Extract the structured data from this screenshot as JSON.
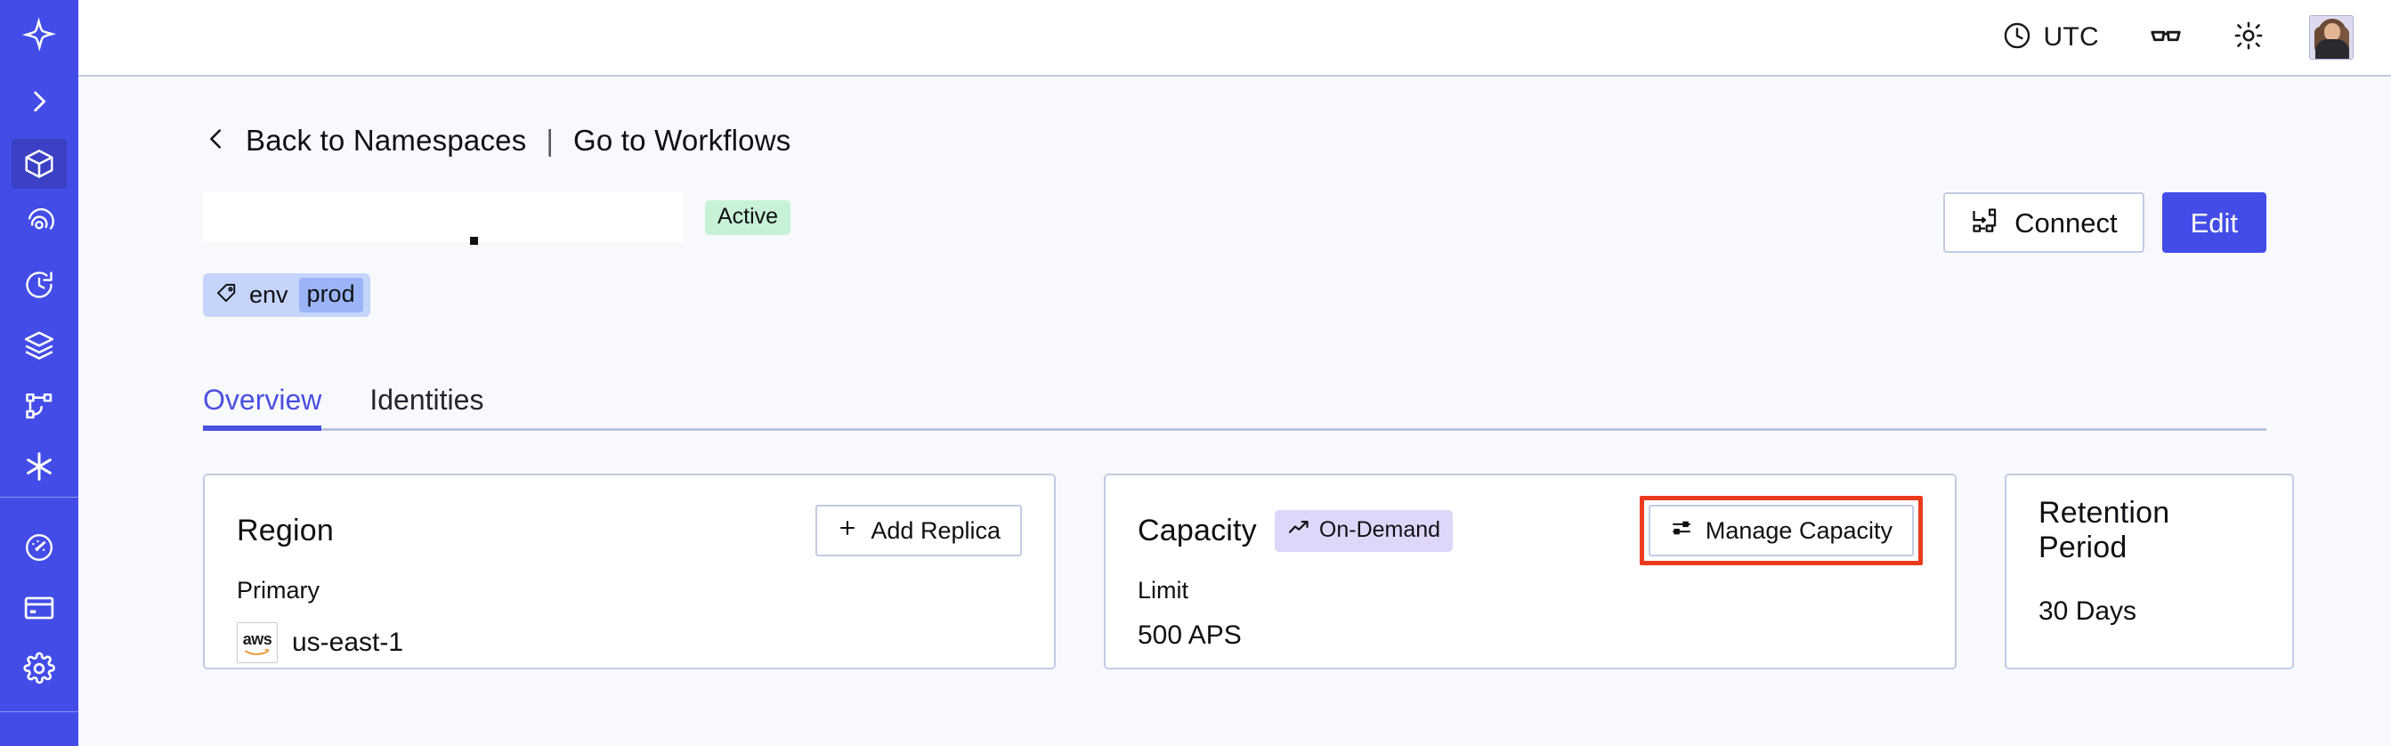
{
  "sidebar": {
    "items": [
      {
        "name": "temporal-logo",
        "icon": "temporal-logo-icon",
        "active": false
      },
      {
        "name": "expand-sidebar",
        "icon": "chevron-right-icon",
        "active": false
      },
      {
        "name": "namespaces",
        "icon": "cube-icon",
        "active": true
      },
      {
        "name": "observability",
        "icon": "eye-spiral-icon",
        "active": false
      },
      {
        "name": "schedules",
        "icon": "clock-arrow-icon",
        "active": false
      },
      {
        "name": "batch-operations",
        "icon": "layers-icon",
        "active": false
      },
      {
        "name": "workflows",
        "icon": "workflow-graph-icon",
        "active": false
      },
      {
        "name": "nexus",
        "icon": "asterisk-icon",
        "active": false
      },
      {
        "name": "usage",
        "icon": "gauge-icon",
        "active": false
      },
      {
        "name": "billing",
        "icon": "credit-card-icon",
        "active": false
      },
      {
        "name": "settings",
        "icon": "gear-icon",
        "active": false
      }
    ]
  },
  "topbar": {
    "timezone_label": "UTC",
    "timezone_icon": "clock-icon",
    "reading_icon": "glasses-icon",
    "theme_icon": "sun-icon",
    "avatar_label": "user-avatar"
  },
  "breadcrumb": {
    "back_icon": "chevron-left-icon",
    "back_label": "Back to Namespaces",
    "separator": "|",
    "link_label": "Go to Workflows"
  },
  "header": {
    "title": "",
    "status_badge": "Active",
    "connect_label": "Connect",
    "connect_icon": "connect-flow-icon",
    "edit_label": "Edit"
  },
  "tags": [
    {
      "key": "env",
      "value": "prod",
      "icon": "tag-icon"
    }
  ],
  "tabs": [
    {
      "label": "Overview",
      "active": true
    },
    {
      "label": "Identities",
      "active": false
    }
  ],
  "cards": {
    "region": {
      "title": "Region",
      "action_label": "Add Replica",
      "action_icon": "plus-icon",
      "sub_label": "Primary",
      "provider_icon": "aws-logo-icon",
      "value": "us-east-1"
    },
    "capacity": {
      "title": "Capacity",
      "badge_label": "On-Demand",
      "badge_icon": "trending-up-icon",
      "action_label": "Manage Capacity",
      "action_icon": "sliders-icon",
      "sub_label": "Limit",
      "value": "500 APS"
    },
    "retention": {
      "title": "Retention Period",
      "value": "30 Days"
    }
  },
  "colors": {
    "brand": "#444ce7",
    "sidebar_active": "#3b40c4",
    "accent_tab": "#4b4fe0",
    "status_active_bg": "#c8f2d6",
    "tag_bg": "#c5d4fb",
    "tag_value_bg": "#9bb4f7",
    "badge_ondemand_bg": "#ded7fa",
    "highlight_outline": "#ea3b1e",
    "page_bg": "#f7f9fc",
    "card_border": "#c3cbe3"
  }
}
